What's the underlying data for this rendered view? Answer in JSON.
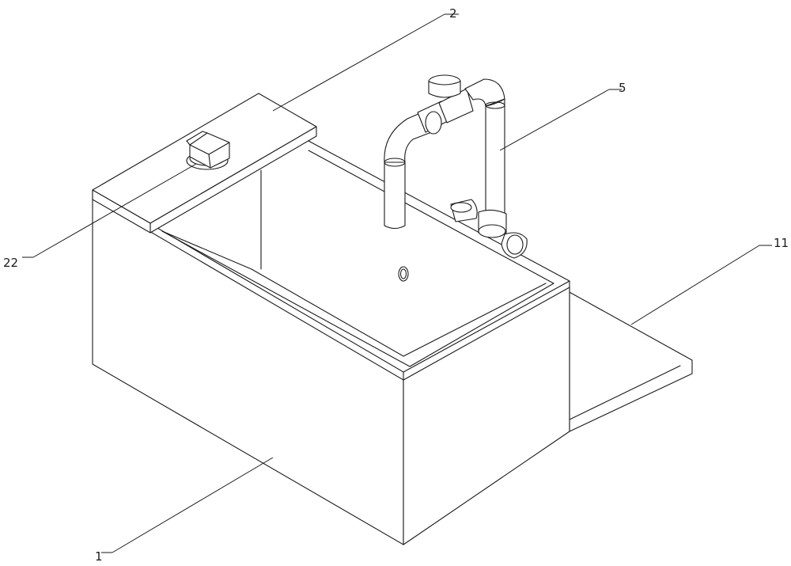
{
  "labels": {
    "part_1": "1",
    "part_2": "2",
    "part_5": "5",
    "part_11": "11",
    "part_22": "22"
  },
  "colors": {
    "line": "#1a1a1a",
    "background": "#ffffff"
  }
}
